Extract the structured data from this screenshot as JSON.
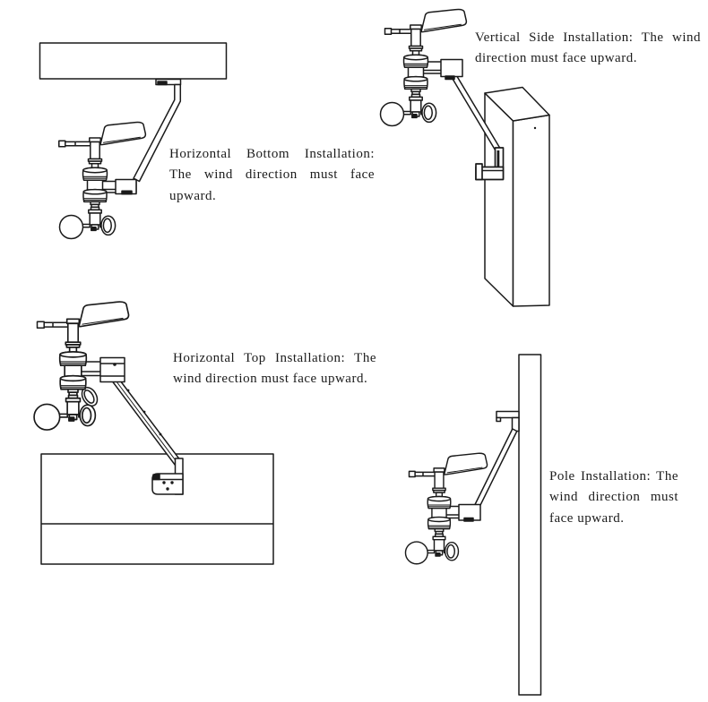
{
  "page": {
    "background": "#ffffff",
    "line_color": "#1a1a1a",
    "text_color": "#1b1b1b"
  },
  "figures": {
    "horizontal_bottom": {
      "name": "Horizontal Bottom Installation",
      "caption_lines": [
        "Horizontal Bottom Installation:",
        "The wind direction must face",
        "upward."
      ]
    },
    "vertical_side": {
      "name": "Vertical Side Installation",
      "caption_lines": [
        "Vertical Side Installation: The wind",
        "direction must face upward."
      ]
    },
    "horizontal_top": {
      "name": "Horizontal Top Installation",
      "caption_lines": [
        "Horizontal Top Installation: The",
        "wind direction must face upward."
      ]
    },
    "pole": {
      "name": "Pole Installation",
      "caption_lines": [
        "Pole Installation: The",
        "wind direction must",
        "face upward."
      ]
    }
  }
}
